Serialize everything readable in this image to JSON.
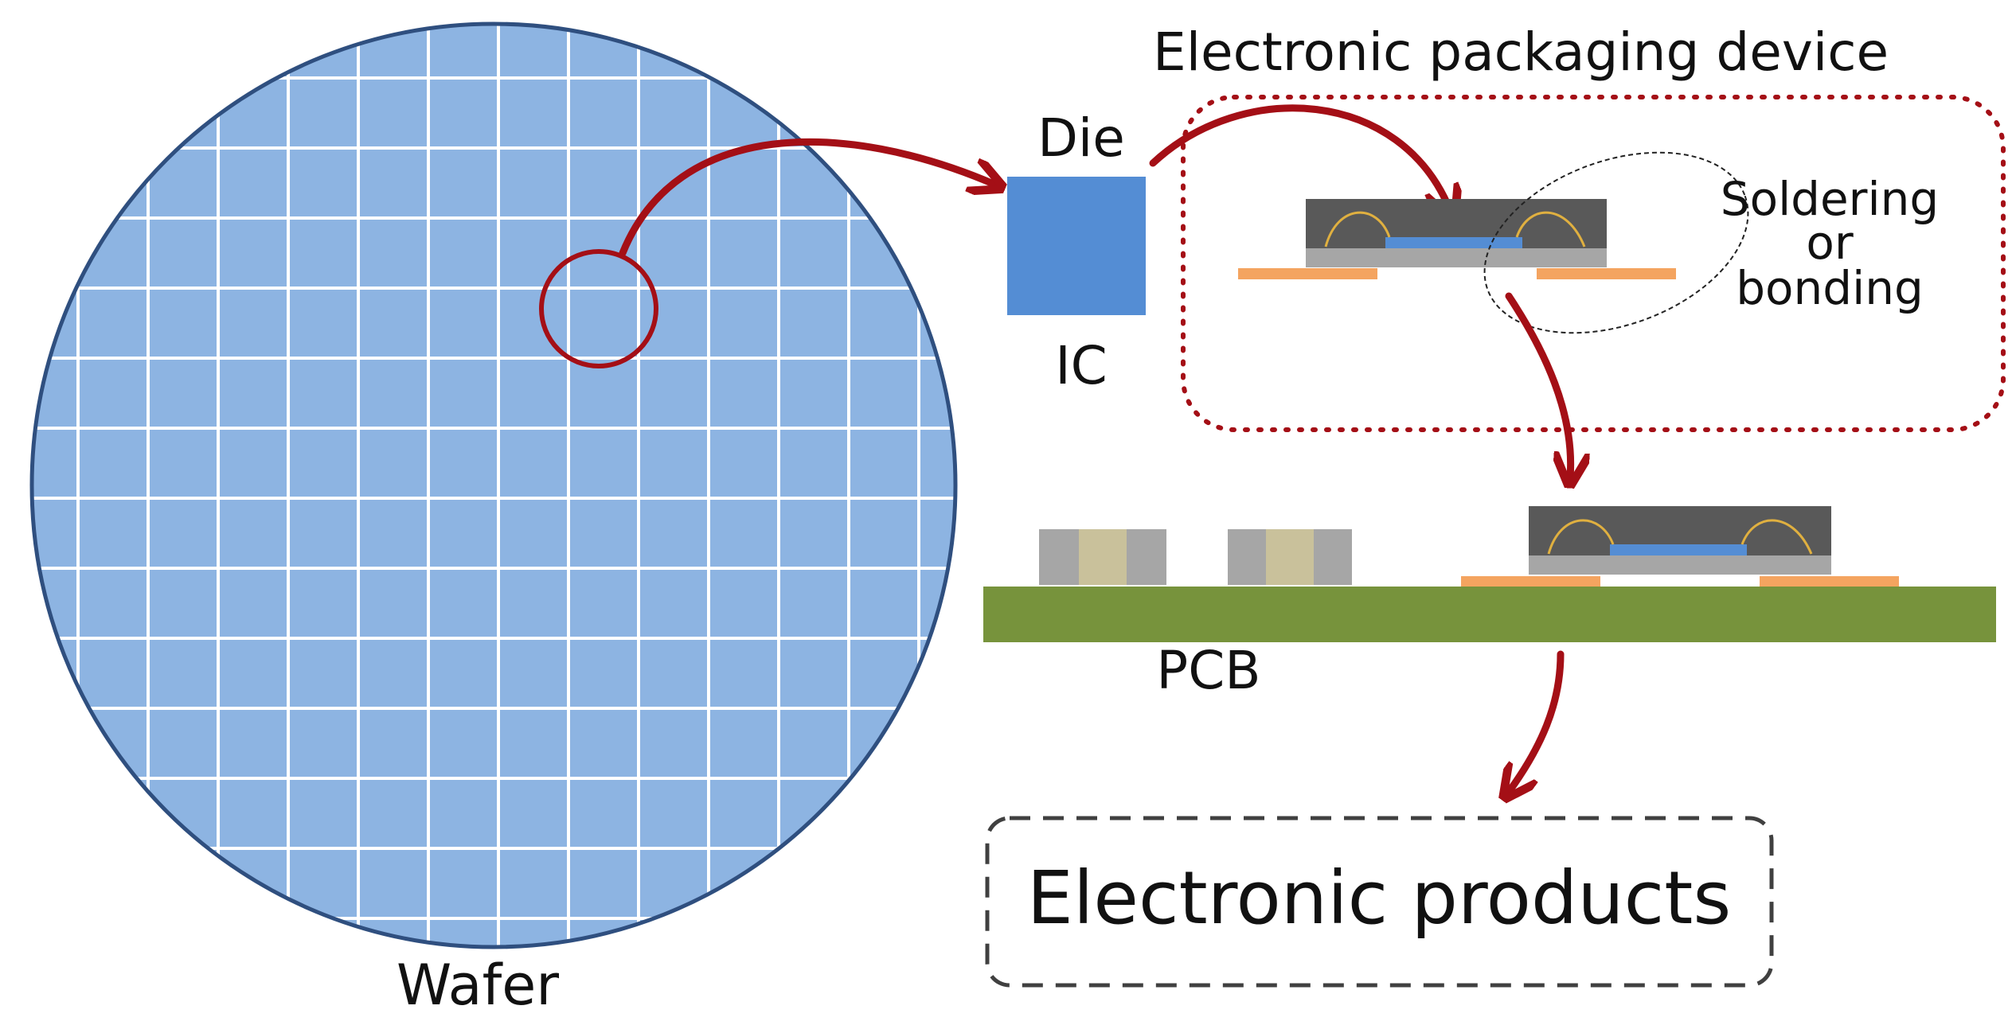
{
  "labels": {
    "wafer": "Wafer",
    "die": "Die",
    "ic": "IC",
    "package_title": "Electronic packaging device",
    "soldering_line1": "Soldering",
    "soldering_line2": "or",
    "soldering_line3": "bonding",
    "pcb": "PCB",
    "products": "Electronic products"
  },
  "colors": {
    "wafer_fill": "#8db4e2",
    "wafer_edge": "#2f4f7f",
    "wafer_grid": "#ffffff",
    "die": "#548dd4",
    "arrow": "#a40f16",
    "mold": "#595959",
    "substrate": "#a6a6a6",
    "pad": "#f4a460",
    "wire": "#e0b040",
    "pcb": "#77933c",
    "component_end": "#a6a6a6",
    "component_body": "#c9c19b",
    "dashed_box": "#404040"
  }
}
